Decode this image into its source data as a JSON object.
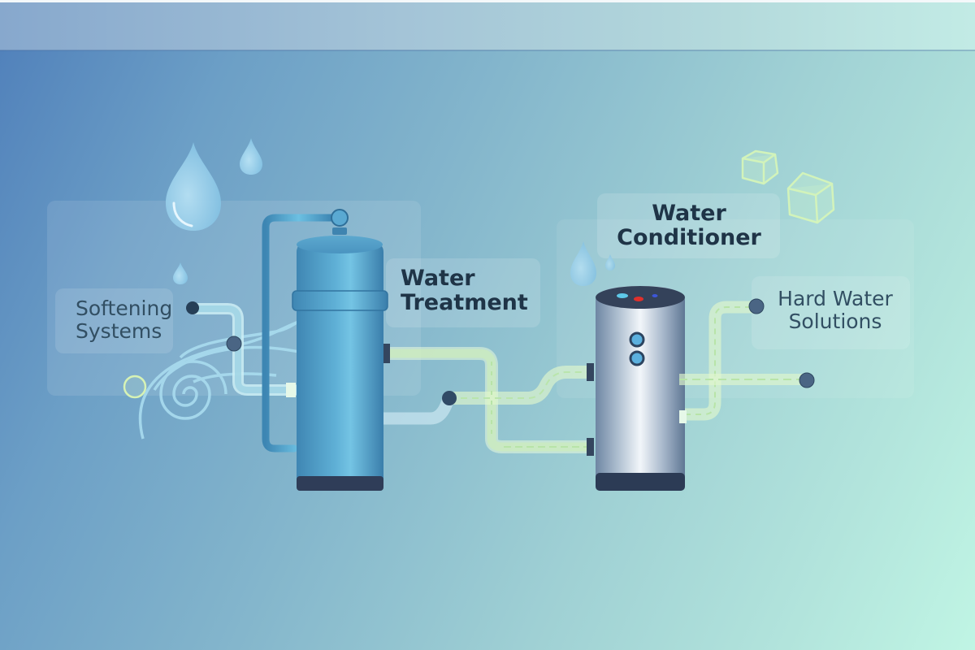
{
  "illustration": {
    "title_band": "",
    "labels": {
      "softening_systems": [
        "Softening",
        "Systems"
      ],
      "water_treatment": [
        "Water",
        "Treatment"
      ],
      "water_conditioner": [
        "Water",
        "Conditioner"
      ],
      "hard_water_solutions": [
        "Hard Water",
        "Solutions"
      ]
    },
    "colors": {
      "background_start": "#4f7fba",
      "background_end": "#c0f5e4",
      "label_text": "#1f3447",
      "tank_blue": "#4f9cc4",
      "tank_steel": "#c9d5e0",
      "tank_base": "#2c3d55",
      "pipe_green": "#d9f5b8",
      "connector_node": "#4a6584",
      "indicator_cyan": "#5ec8e8",
      "indicator_red": "#e0302c",
      "indicator_blue": "#3d56d8"
    },
    "objects": [
      "water-droplets",
      "blue-treatment-tank",
      "steel-conditioner-tank",
      "connecting-pipes",
      "spiral-coil",
      "crystal-cubes"
    ]
  }
}
